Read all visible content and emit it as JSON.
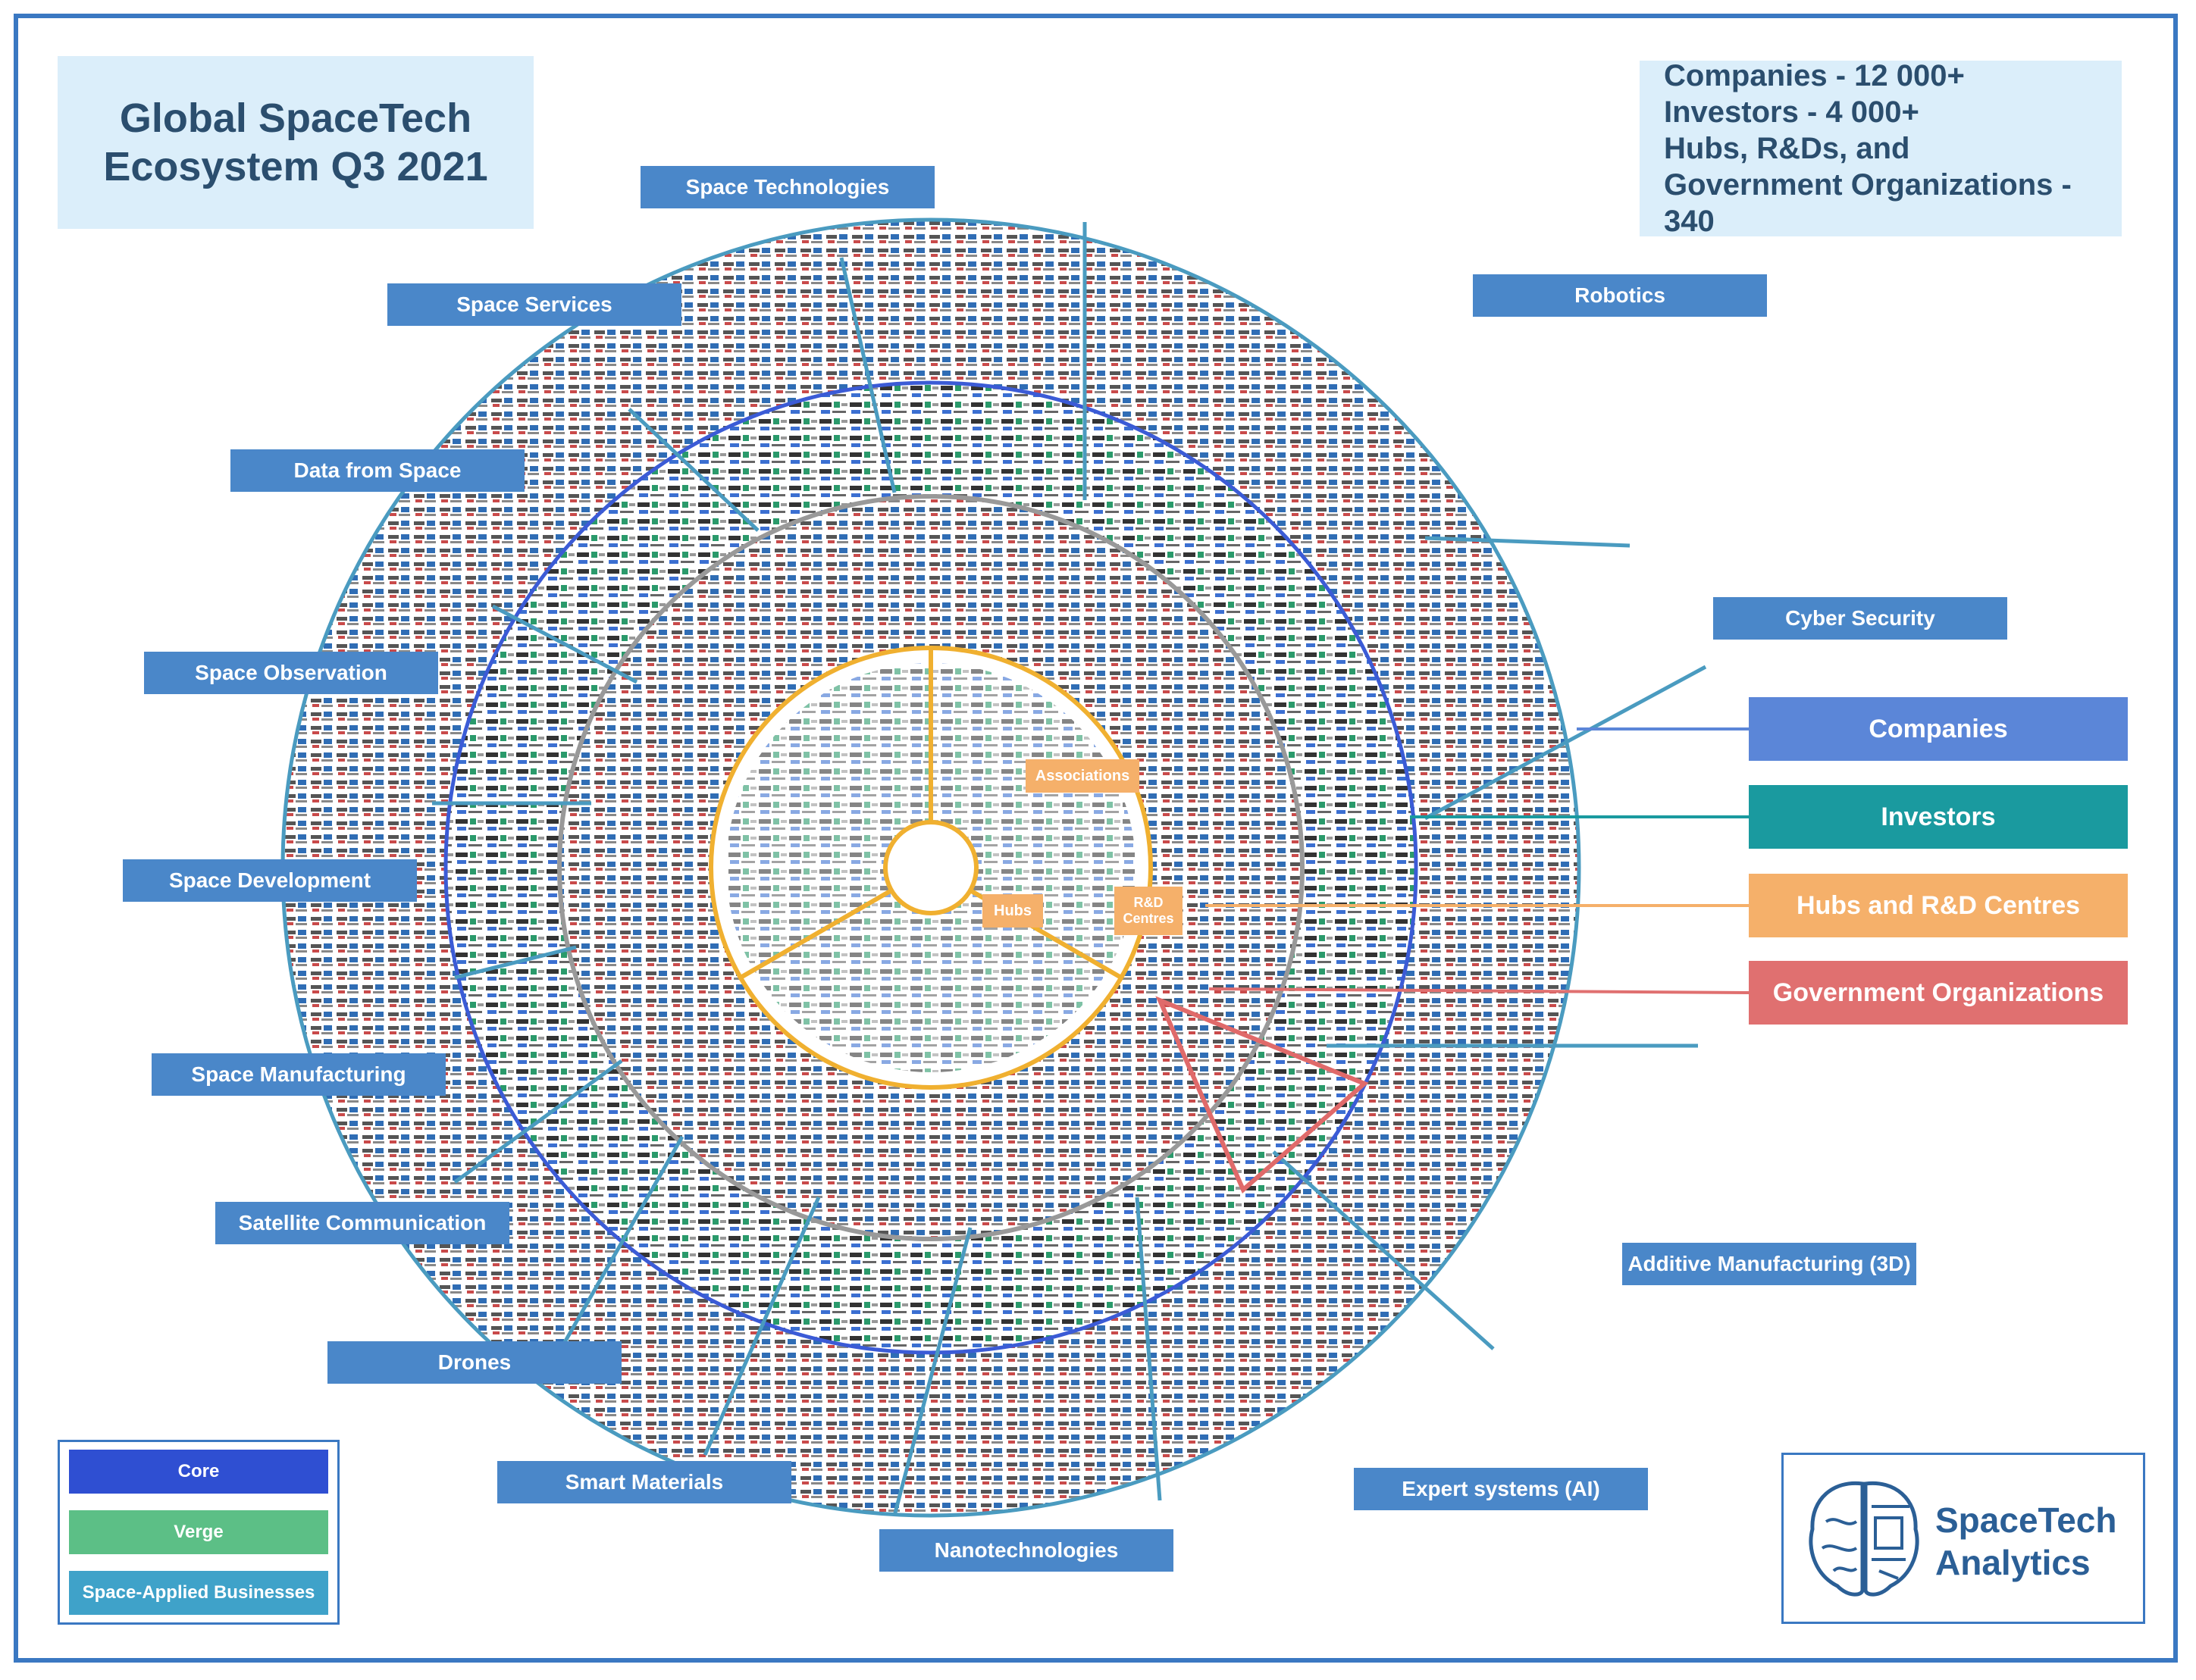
{
  "title": {
    "line1": "Global SpaceTech",
    "line2": "Ecosystem Q3 2021"
  },
  "stats": {
    "line1": "Companies - 12 000+",
    "line2": "Investors - 4 000+",
    "line3": "Hubs, R&Ds, and",
    "line4": "Government Organizations - 340"
  },
  "segments": {
    "space_technologies": "Space Technologies",
    "space_services": "Space Services",
    "data_from_space": "Data from Space",
    "space_observation": "Space Observation",
    "space_development": "Space Development",
    "space_manufacturing": "Space Manufacturing",
    "satellite_communication": "Satellite Communication",
    "drones": "Drones",
    "smart_materials": "Smart Materials",
    "nanotechnologies": "Nanotechnologies",
    "expert_systems": "Expert systems (AI)",
    "additive_manufacturing": "Additive Manufacturing (3D)",
    "cyber_security": "Cyber Security",
    "robotics": "Robotics"
  },
  "center_labels": {
    "associations": "Associations",
    "hubs": "Hubs",
    "rd_line1": "R&D",
    "rd_line2": "Centres"
  },
  "ring_legend": {
    "companies": "Companies",
    "investors": "Investors",
    "hubs": "Hubs and R&D Centres",
    "government": "Government Organizations"
  },
  "category_legend": {
    "core": "Core",
    "verge": "Verge",
    "space_applied": "Space-Applied Businesses"
  },
  "logo": {
    "line1": "SpaceTech",
    "line2": "Analytics"
  },
  "colors": {
    "label_blue": "#4a87c9",
    "core": "#2f4fd2",
    "verge": "#5cbf86",
    "space_applied": "#3fa2c9",
    "companies": "#5b86d8",
    "investors": "#1a9a9f",
    "hubs": "#f5b06a",
    "government": "#e07070"
  },
  "icons": {
    "logo": "brain-circuit-icon"
  }
}
